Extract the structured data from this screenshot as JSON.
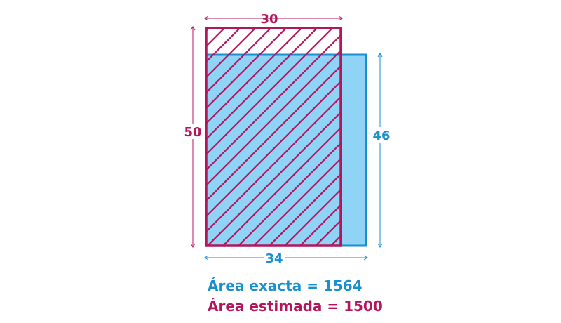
{
  "colors": {
    "exact": "#1a8fcf",
    "exact_fill": "#8fd3f7",
    "estimated": "#b5155b",
    "background": "#ffffff"
  },
  "rect_estimated": {
    "width": 30,
    "height": 50
  },
  "rect_exact": {
    "width": 34,
    "height": 46
  },
  "labels": {
    "top_width": "30",
    "bottom_width": "34",
    "left_height": "50",
    "right_height": "46"
  },
  "captions": {
    "exact": "Área exacta = 1564",
    "estimated": "Área estimada = 1500"
  }
}
